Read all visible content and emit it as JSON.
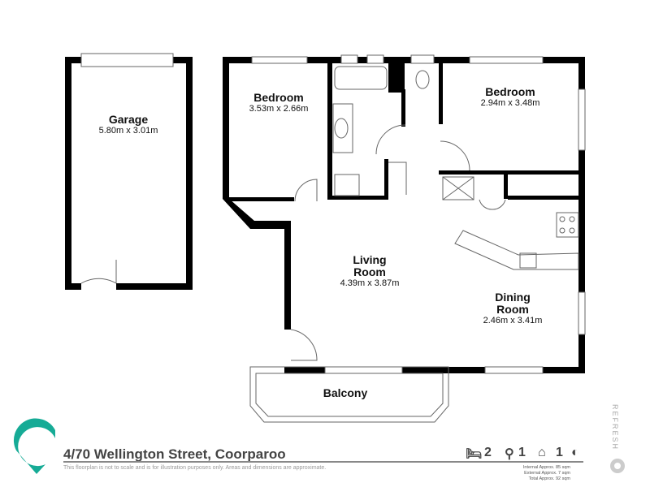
{
  "rooms": {
    "garage": {
      "name": "Garage",
      "dim": "5.80m x 3.01m"
    },
    "bedroom1": {
      "name": "Bedroom",
      "dim": "3.53m x 2.66m"
    },
    "bedroom2": {
      "name": "Bedroom",
      "dim": "2.94m x 3.48m"
    },
    "living": {
      "name1": "Living",
      "name2": "Room",
      "dim": "4.39m x 3.87m"
    },
    "dining": {
      "name1": "Dining",
      "name2": "Room",
      "dim": "2.46m x 3.41m"
    },
    "balcony": {
      "name": "Balcony"
    }
  },
  "footer": {
    "address": "4/70 Wellington Street, Coorparoo",
    "disclaimer": "This floorplan is not to scale and is for illustration purposes only. Areas and dimensions are approximate.",
    "beds": "2",
    "baths": "1",
    "cars": "1",
    "internal": "Internal Approx. 85 sqm",
    "external": "External Approx. 7 sqm",
    "total": "Total Approx. 92 sqm",
    "brand": "REFRESH"
  },
  "colors": {
    "wall": "#000000",
    "logo": "#16ab96"
  }
}
